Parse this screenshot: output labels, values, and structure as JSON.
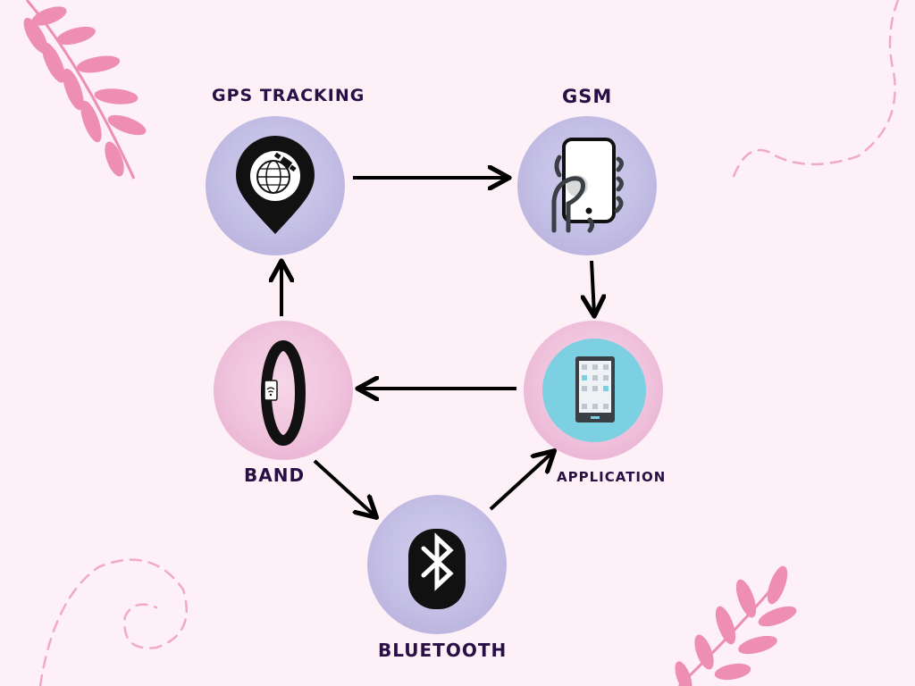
{
  "nodes": {
    "gps": {
      "label": "GPS TRACKING",
      "icon": "map-pin-globe-satellite-icon"
    },
    "gsm": {
      "label": "GSM",
      "icon": "phone-in-hand-icon"
    },
    "band": {
      "label": "BAND",
      "icon": "wristband-icon"
    },
    "application": {
      "label": "APPLICATION",
      "icon": "tablet-app-icon"
    },
    "bluetooth": {
      "label": "BLUETOOTH",
      "icon": "bluetooth-icon"
    }
  },
  "edges": [
    {
      "from": "GPS TRACKING",
      "to": "GSM"
    },
    {
      "from": "GSM",
      "to": "APPLICATION"
    },
    {
      "from": "APPLICATION",
      "to": "BAND"
    },
    {
      "from": "BAND",
      "to": "GPS TRACKING"
    },
    {
      "from": "BAND",
      "to": "BLUETOOTH"
    },
    {
      "from": "BLUETOOTH",
      "to": "APPLICATION"
    }
  ],
  "colors": {
    "background": "#fdf1f7",
    "lavender_circle": "#c7c2e6",
    "pink_circle": "#f2c6df",
    "label": "#2a0f47",
    "leaf": "#ee8fb2",
    "arrow": "#000000"
  }
}
